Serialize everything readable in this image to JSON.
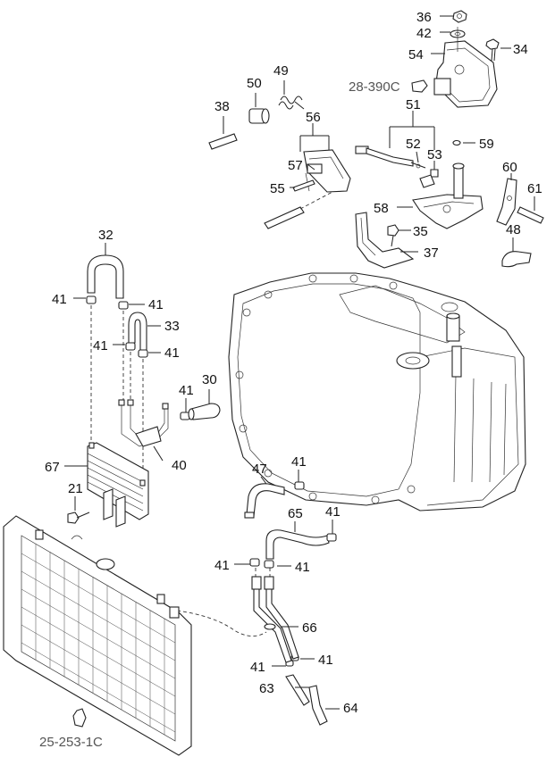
{
  "diagram": {
    "part_labels": {
      "p36": "36",
      "p42": "42",
      "p34": "34",
      "p54": "54",
      "p49": "49",
      "p50": "50",
      "p38": "38",
      "p56": "56",
      "p51": "51",
      "p52": "52",
      "p53": "53",
      "p59": "59",
      "p57": "57",
      "p55": "55",
      "p60": "60",
      "p61": "61",
      "p58": "58",
      "p48": "48",
      "p35": "35",
      "p37": "37",
      "p32": "32",
      "p41_a": "41",
      "p41_b": "41",
      "p33": "33",
      "p41_c": "41",
      "p41_d": "41",
      "p41_e": "41",
      "p30": "30",
      "p40": "40",
      "p67": "67",
      "p21": "21",
      "p47": "47",
      "p41_f": "41",
      "p65": "65",
      "p41_g": "41",
      "p41_h": "41",
      "p41_i": "41",
      "p66": "66",
      "p41_j": "41",
      "p41_k": "41",
      "p63": "63",
      "p64": "64"
    },
    "reference_labels": {
      "ref_top": "28-390C",
      "ref_bottom": "25-253-1C"
    }
  }
}
